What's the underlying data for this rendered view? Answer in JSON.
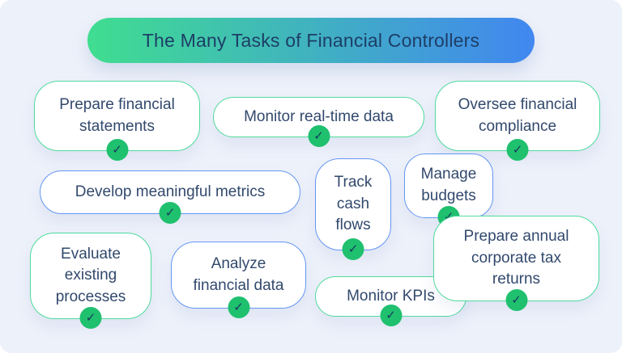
{
  "title": "The Many Tasks of Financial Controllers",
  "tasks": [
    {
      "label": "Prepare financial statements",
      "border": "green"
    },
    {
      "label": "Monitor real-time data",
      "border": "green"
    },
    {
      "label": "Oversee financial compliance",
      "border": "green"
    },
    {
      "label": "Develop meaningful metrics",
      "border": "blue"
    },
    {
      "label": "Track cash flows",
      "border": "blue"
    },
    {
      "label": "Manage budgets",
      "border": "blue"
    },
    {
      "label": "Evaluate existing processes",
      "border": "green"
    },
    {
      "label": "Analyze financial data",
      "border": "blue"
    },
    {
      "label": "Monitor KPIs",
      "border": "green"
    },
    {
      "label": "Prepare annual corporate tax returns",
      "border": "green"
    }
  ],
  "icons": {
    "check": "✓"
  },
  "colors": {
    "canvas_bg": "#edf1fa",
    "card_bg": "#ffffff",
    "green_border": "#4fdb9c",
    "blue_border": "#6496f3",
    "banner_from": "#40dd90",
    "banner_to": "#4187f0",
    "title_text": "#1d3e66",
    "label_text": "#32496d",
    "check_bg": "#1fc06e",
    "check_mark": "#173a5e"
  }
}
